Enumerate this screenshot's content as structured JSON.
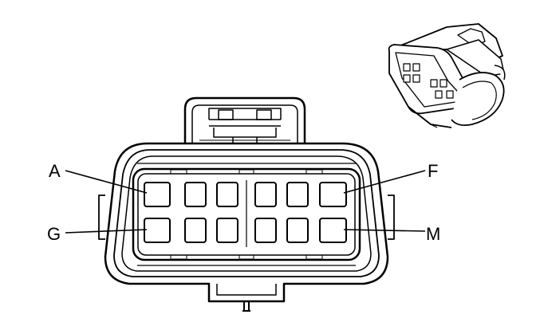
{
  "diagram": {
    "pin_labels": {
      "top_left": "A",
      "top_right": "F",
      "bottom_left": "G",
      "bottom_right": "M"
    },
    "pin_rows": 2,
    "pins_per_row": 6,
    "colors": {
      "line": "#000000",
      "background": "#ffffff"
    }
  }
}
